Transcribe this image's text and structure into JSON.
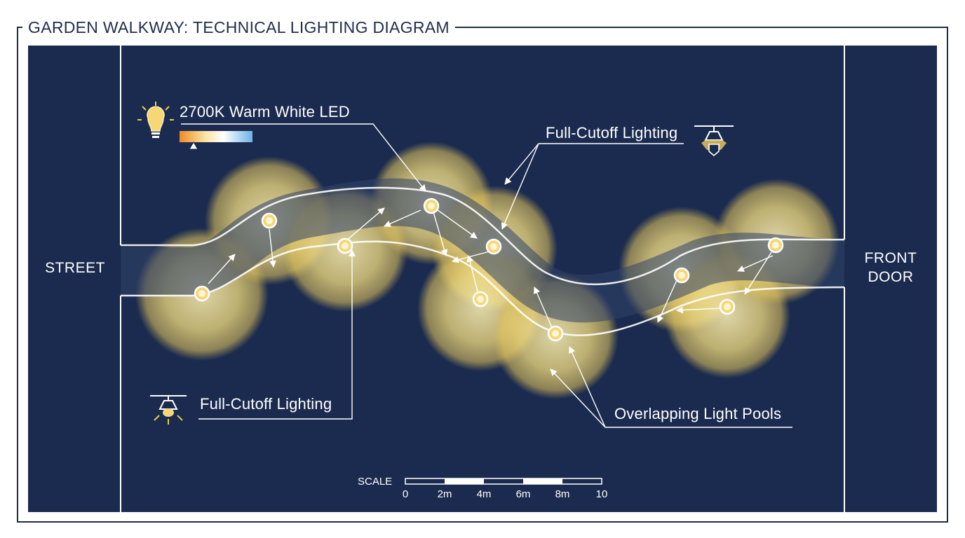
{
  "title": "GARDEN WALKWAY: TECHNICAL LIGHTING DIAGRAM",
  "labels": {
    "street": "STREET",
    "front_door_line1": "FRONT",
    "front_door_line2": "DOOR"
  },
  "callouts": {
    "led": "2700K Warm White LED",
    "cutoff_top": "Full-Cutoff Lighting",
    "cutoff_bottom": "Full-Cutoff Lighting",
    "pools": "Overlapping Light Pools"
  },
  "scale": {
    "label": "SCALE",
    "ticks": [
      "0",
      "2m",
      "4m",
      "6m",
      "8m",
      "10"
    ]
  },
  "colors": {
    "panel": "#1b2b4f",
    "light_pool": "#f4e08a",
    "path_edge": "#ffffff",
    "fixture": "#f6d67a"
  },
  "icons": [
    "light-bulb-icon",
    "cutoff-fixture-icon"
  ]
}
